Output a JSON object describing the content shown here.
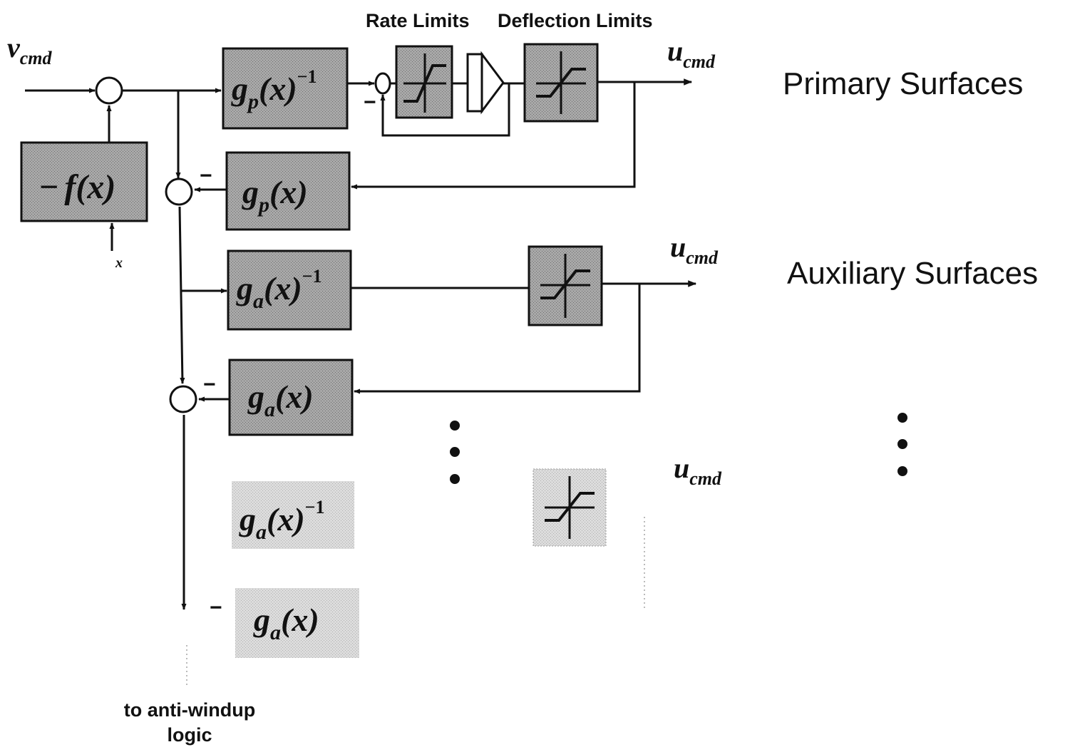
{
  "signals": {
    "input": "v",
    "input_sub": "cmd",
    "output": "u",
    "output_sub": "cmd"
  },
  "headers": {
    "rate_limits": "Rate Limits",
    "deflection_limits": "Deflection Limits"
  },
  "groups": {
    "primary": "Primary Surfaces",
    "auxiliary": "Auxiliary Surfaces"
  },
  "blocks": {
    "f_block": {
      "sign": "−",
      "func": "f",
      "arg": "(x)"
    },
    "gp_inv": {
      "func": "g",
      "sub": "p",
      "arg": "(x)",
      "sup": "−1"
    },
    "gp": {
      "func": "g",
      "sub": "p",
      "arg": "(x)"
    },
    "ga_inv": {
      "func": "g",
      "sub": "a",
      "arg": "(x)",
      "sup": "−1"
    },
    "ga": {
      "func": "g",
      "sub": "a",
      "arg": "(x)"
    },
    "ga_inv_2": {
      "func": "g",
      "sub": "a",
      "arg": "(x)",
      "sup": "−1"
    },
    "ga_2": {
      "func": "g",
      "sub": "a",
      "arg": "(x)"
    }
  },
  "signs": {
    "minus": "−",
    "x_input": "x"
  },
  "anti_windup": {
    "line1": "to anti-windup",
    "line2": "logic"
  },
  "colors": {
    "block_fill": "#9a9a9a",
    "faded_fill": "#d0d0d0",
    "ink": "#111111"
  }
}
